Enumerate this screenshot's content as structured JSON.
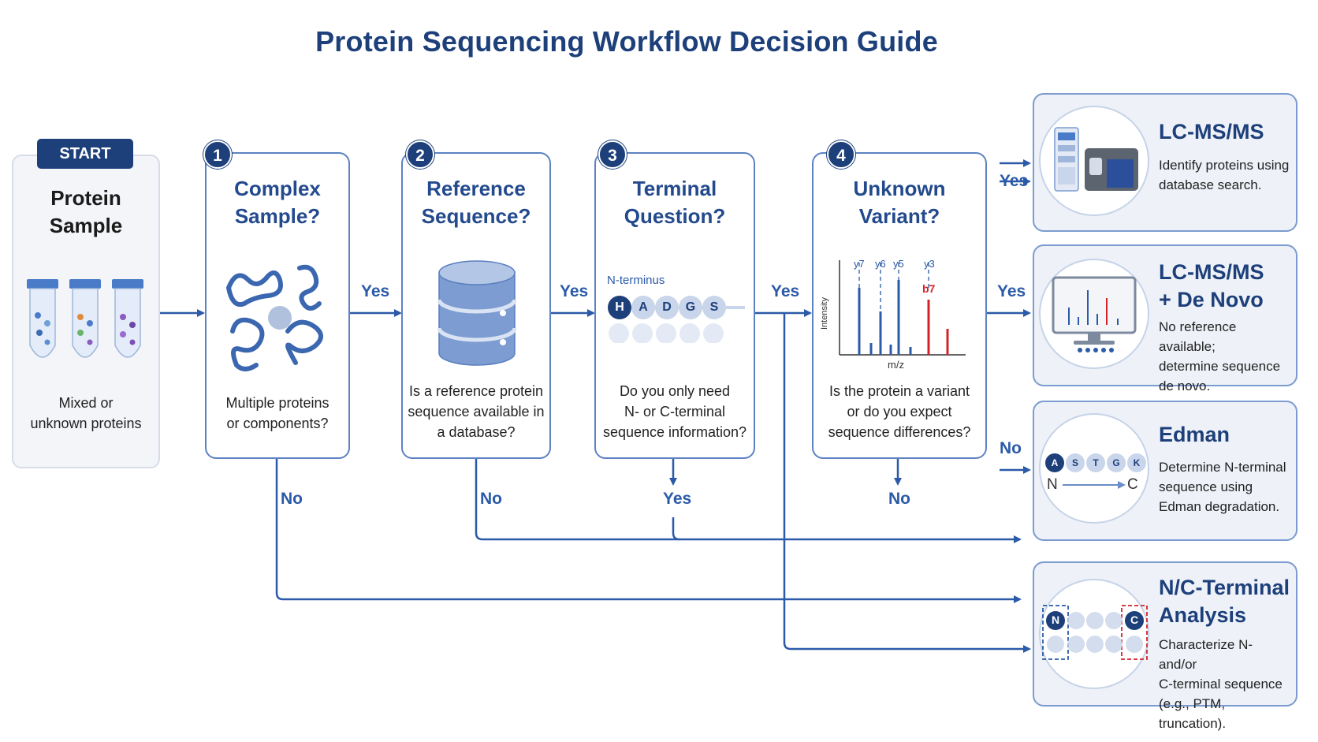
{
  "title": "Protein Sequencing Workflow Decision Guide",
  "start": {
    "badge": "START",
    "heading_line1": "Protein",
    "heading_line2": "Sample",
    "desc_line1": "Mixed or",
    "desc_line2": "unknown proteins"
  },
  "steps": [
    {
      "number": "1",
      "title_line1": "Complex",
      "title_line2": "Sample?",
      "desc_line1": "Multiple proteins",
      "desc_line2": "or components?",
      "desc_line3": ""
    },
    {
      "number": "2",
      "title_line1": "Reference",
      "title_line2": "Sequence?",
      "desc_line1": "Is a reference protein",
      "desc_line2": "sequence available in",
      "desc_line3": "a database?"
    },
    {
      "number": "3",
      "title_line1": "Terminal",
      "title_line2": "Question?",
      "desc_line1": "Do you only need",
      "desc_line2": "N- or C-terminal",
      "desc_line3": "sequence information?"
    },
    {
      "number": "4",
      "title_line1": "Unknown",
      "title_line2": "Variant?",
      "desc_line1": "Is the protein a variant",
      "desc_line2": "or do you expect",
      "desc_line3": "sequence differences?"
    }
  ],
  "step3_graphic": {
    "label": "N-terminus",
    "residues": [
      "H",
      "A",
      "D",
      "G",
      "S"
    ]
  },
  "step4_graphic": {
    "peaks": [
      "y7",
      "y6",
      "y5",
      "y3",
      "b7"
    ],
    "xlabel": "m/z",
    "ylabel": "Intensity"
  },
  "connectors": {
    "yes": "Yes",
    "no": "No"
  },
  "outcomes": [
    {
      "title_line1": "LC-MS/MS",
      "title_line2": "",
      "desc": [
        "Identify proteins using",
        "database search."
      ]
    },
    {
      "title_line1": "LC-MS/MS",
      "title_line2": "+ De Novo",
      "desc": [
        "No reference available;",
        "determine sequence",
        "de novo."
      ]
    },
    {
      "title_line1": "Edman",
      "title_line2": "",
      "desc": [
        "Determine N-terminal",
        "sequence using",
        "Edman degradation."
      ]
    },
    {
      "title_line1": "N/C-Terminal",
      "title_line2": "Analysis",
      "desc": [
        "Characterize N- and/or",
        "C-terminal sequence",
        "(e.g., PTM, truncation)."
      ]
    }
  ],
  "edman_graphic": {
    "residues": [
      "A",
      "S",
      "T",
      "G",
      "K"
    ],
    "n_label": "N",
    "c_label": "C"
  },
  "nc_graphic": {
    "n_label": "N",
    "c_label": "C"
  },
  "colors": {
    "navy": "#1d3f7a",
    "blue": "#2b5aa8",
    "card_border": "#5d82c2",
    "peak_red": "#d2232a"
  }
}
